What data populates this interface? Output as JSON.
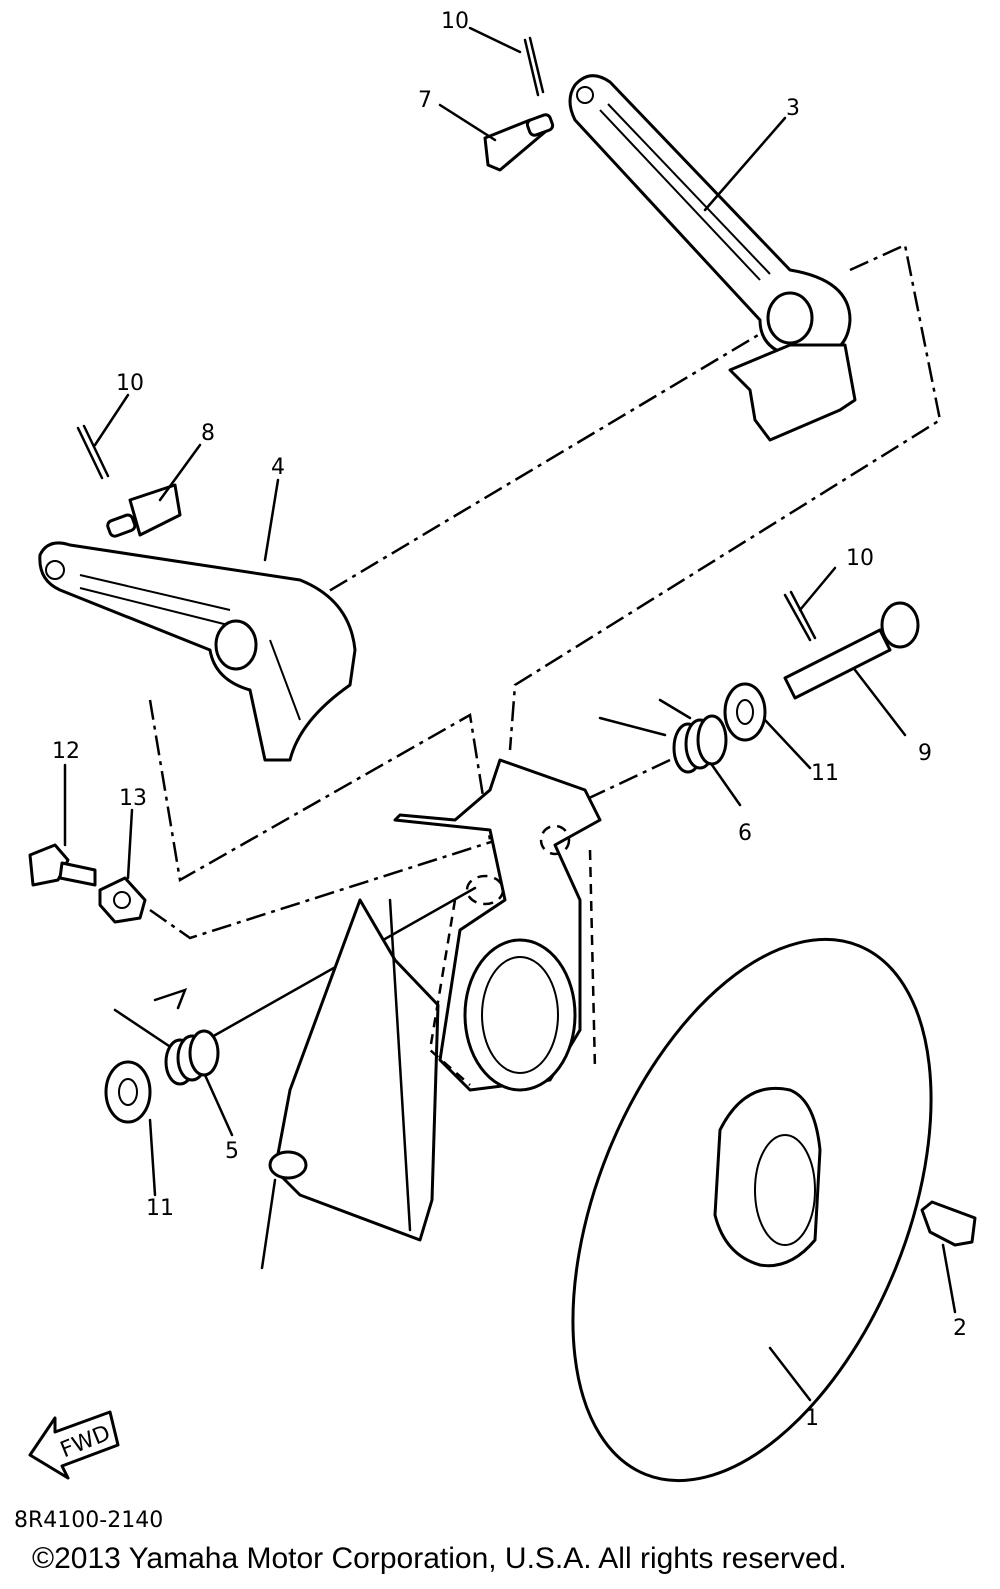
{
  "callouts": {
    "c1": "1",
    "c2": "2",
    "c3": "3",
    "c4": "4",
    "c5": "5",
    "c6": "6",
    "c7": "7",
    "c8": "8",
    "c9": "9",
    "c10a": "10",
    "c10b": "10",
    "c10c": "10",
    "c11a": "11",
    "c11b": "11",
    "c12": "12",
    "c13": "13"
  },
  "fwd_label": "FWD",
  "diagram_code": "8R4100-2140",
  "copyright": "©2013 Yamaha Motor Corporation, U.S.A. All rights reserved."
}
